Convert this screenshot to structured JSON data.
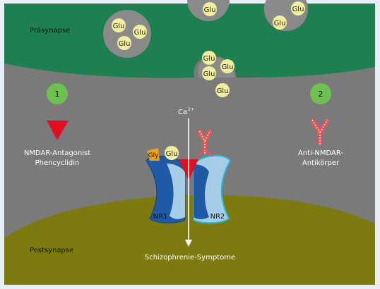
{
  "labels": {
    "presynapse": "Präsynapse",
    "postsynapse": "Postsynapse",
    "marker1": "1",
    "marker2": "2",
    "antagonist_line1": "NMDAR-Antagonist",
    "antagonist_line2": "Phencyclidin",
    "antibody_line1": "Anti-NMDAR-",
    "antibody_line2": "Antikörper",
    "calcium": "Ca",
    "calcium_charge": "2+",
    "gly": "Gly",
    "glu": "Glu",
    "nr1": "NR1",
    "nr2": "NR2",
    "symptoms": "Schizophrenie-Symptome"
  },
  "colors": {
    "background": "#e8eef5",
    "cleft": "#7a7a7a",
    "presynapse": "#1e8050",
    "postsynapse": "#7d7a10",
    "vesicle": "#8a8a8a",
    "glu_ball": "#f1ee9e",
    "marker": "#6ec050",
    "antagonist": "#e01020",
    "receptor_dark": "#1f5aa6",
    "receptor_light": "#a6cde8",
    "receptor_cyan": "#2ab8d8",
    "gly": "#f0a020",
    "antibody_red": "#e8506a",
    "antibody_yellow": "#f6e86a"
  }
}
